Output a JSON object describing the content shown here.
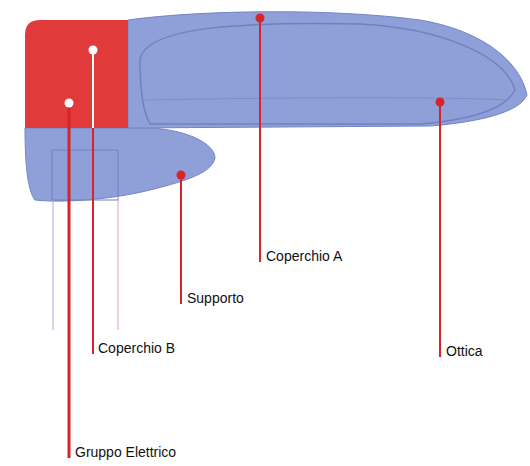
{
  "diagram": {
    "labels": [
      "Coperchio A",
      "Supporto",
      "Coperchio B",
      "Ottica",
      "Gruppo Elettrico"
    ]
  }
}
